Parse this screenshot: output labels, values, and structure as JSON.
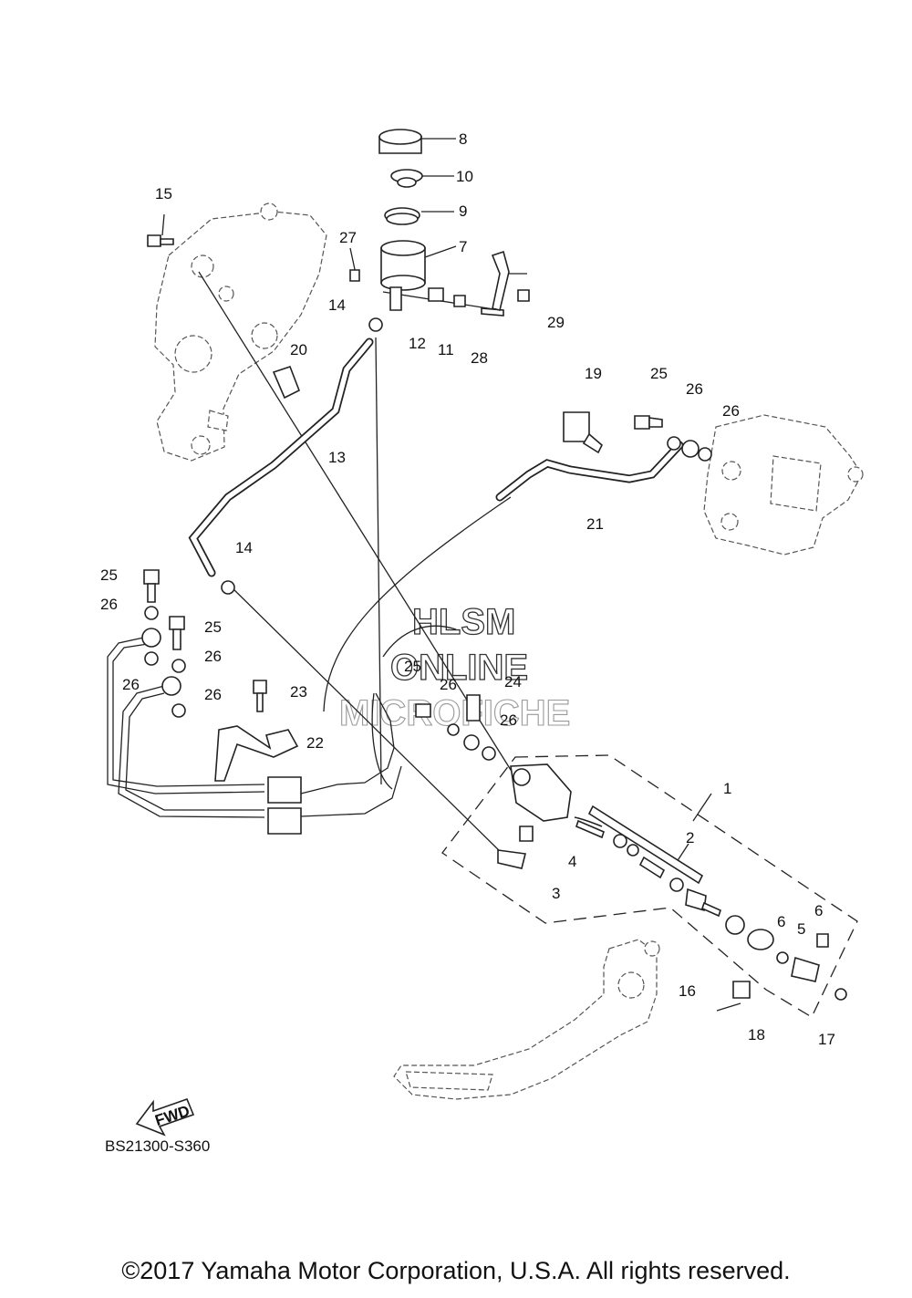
{
  "diagram_code": "BS21300-S360",
  "fwd_label": "FWD",
  "watermark": [
    "HLSM",
    "ONLINE",
    "MICROFICHE"
  ],
  "copyright": "©2017 Yamaha Motor Corporation, U.S.A. All rights reserved.",
  "callouts": [
    {
      "id": "c1",
      "text": "1"
    },
    {
      "id": "c2",
      "text": "2"
    },
    {
      "id": "c3",
      "text": "3"
    },
    {
      "id": "c4",
      "text": "4"
    },
    {
      "id": "c5",
      "text": "5"
    },
    {
      "id": "c6a",
      "text": "6"
    },
    {
      "id": "c6b",
      "text": "6"
    },
    {
      "id": "c7",
      "text": "7"
    },
    {
      "id": "c8",
      "text": "8"
    },
    {
      "id": "c9",
      "text": "9"
    },
    {
      "id": "c10",
      "text": "10"
    },
    {
      "id": "c11",
      "text": "11"
    },
    {
      "id": "c12",
      "text": "12"
    },
    {
      "id": "c13",
      "text": "13"
    },
    {
      "id": "c14a",
      "text": "14"
    },
    {
      "id": "c14b",
      "text": "14"
    },
    {
      "id": "c15",
      "text": "15"
    },
    {
      "id": "c16",
      "text": "16"
    },
    {
      "id": "c17",
      "text": "17"
    },
    {
      "id": "c18",
      "text": "18"
    },
    {
      "id": "c19",
      "text": "19"
    },
    {
      "id": "c20",
      "text": "20"
    },
    {
      "id": "c21",
      "text": "21"
    },
    {
      "id": "c22",
      "text": "22"
    },
    {
      "id": "c23",
      "text": "23"
    },
    {
      "id": "c24",
      "text": "24"
    },
    {
      "id": "c25a",
      "text": "25"
    },
    {
      "id": "c25b",
      "text": "25"
    },
    {
      "id": "c25c",
      "text": "25"
    },
    {
      "id": "c25d",
      "text": "25"
    },
    {
      "id": "c26a",
      "text": "26"
    },
    {
      "id": "c26b",
      "text": "26"
    },
    {
      "id": "c26c",
      "text": "26"
    },
    {
      "id": "c26d",
      "text": "26"
    },
    {
      "id": "c26e",
      "text": "26"
    },
    {
      "id": "c26f",
      "text": "26"
    },
    {
      "id": "c26g",
      "text": "26"
    },
    {
      "id": "c26h",
      "text": "26"
    },
    {
      "id": "c27",
      "text": "27"
    },
    {
      "id": "c28",
      "text": "28"
    },
    {
      "id": "c29",
      "text": "29"
    }
  ]
}
